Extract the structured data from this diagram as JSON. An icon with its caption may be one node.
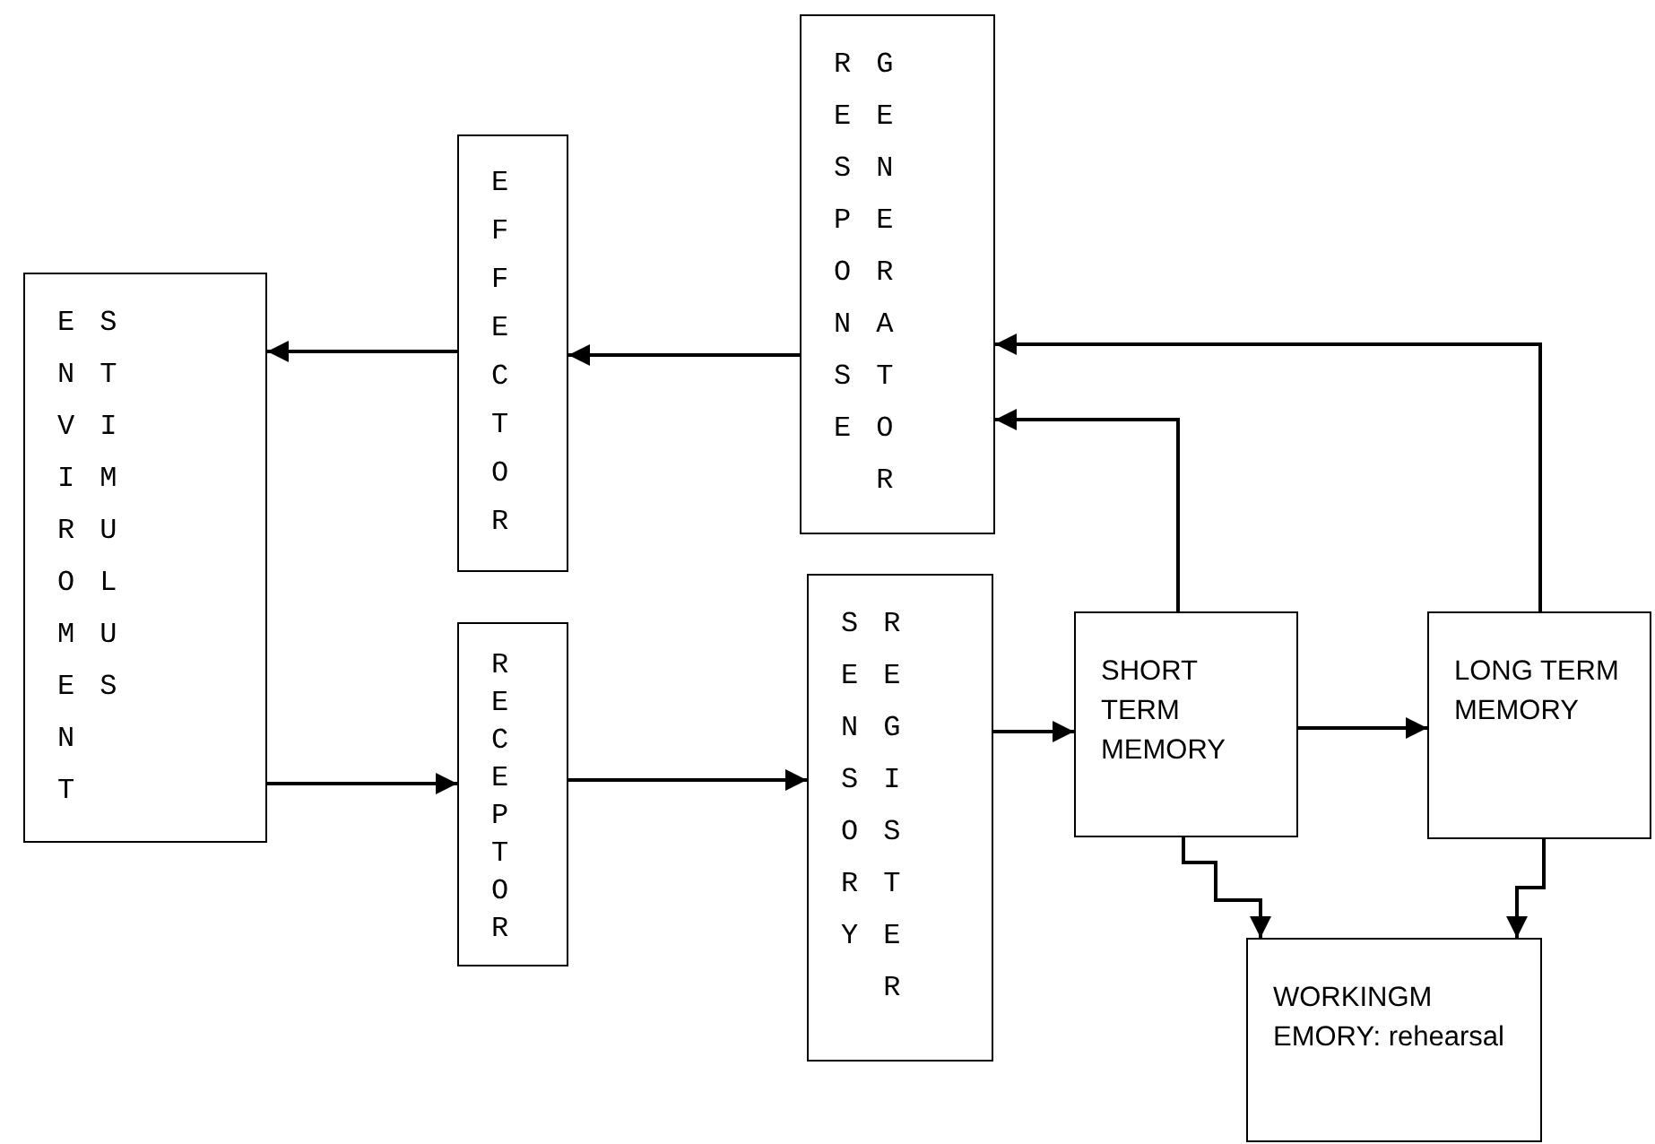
{
  "diagram": {
    "nodes": [
      {
        "text": [
          "ENVIROMENT",
          "STIMULUS"
        ]
      },
      {
        "text": [
          "EFFECTOR"
        ]
      },
      {
        "text": [
          "RESPONSE",
          "GENERATOR"
        ]
      },
      {
        "text": [
          "RECEPTOR"
        ]
      },
      {
        "text": [
          "SENSORY",
          "REGISTER"
        ]
      },
      {
        "text": [
          "SHORT TERM MEMORY"
        ]
      },
      {
        "text": [
          "LONG TERM MEMORY"
        ]
      },
      {
        "text": [
          "WORKINGM EMORY: rehearsal"
        ]
      }
    ],
    "edges": [
      {
        "from": 2,
        "to": 1,
        "arrow": "to"
      },
      {
        "from": 1,
        "to": 0,
        "arrow": "to"
      },
      {
        "from": 0,
        "to": 3,
        "arrow": "to"
      },
      {
        "from": 3,
        "to": 4,
        "arrow": "to"
      },
      {
        "from": 4,
        "to": 5,
        "arrow": "to"
      },
      {
        "from": 5,
        "to": 6,
        "arrow": "to"
      },
      {
        "from": 5,
        "to": 2,
        "arrow": "to"
      },
      {
        "from": 6,
        "to": 2,
        "arrow": "to"
      },
      {
        "from": 5,
        "to": 7,
        "arrow": "to"
      },
      {
        "from": 6,
        "to": 7,
        "arrow": "to"
      }
    ]
  }
}
